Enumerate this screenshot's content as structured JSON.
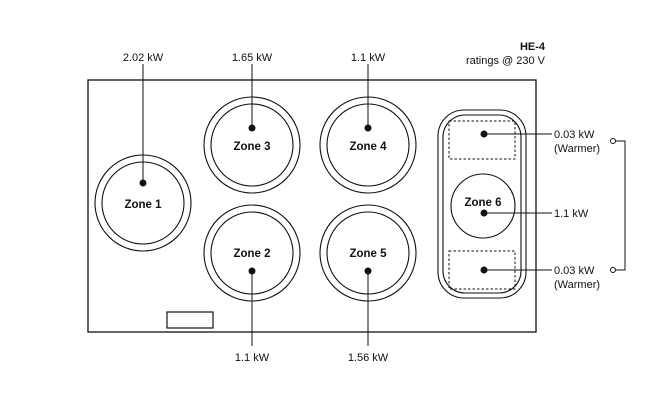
{
  "header": {
    "model": "HE-4",
    "rating_note": "ratings @ 230 V"
  },
  "zones": [
    {
      "id": "zone-1",
      "label": "Zone 1",
      "power": "2.02 kW"
    },
    {
      "id": "zone-2",
      "label": "Zone 2",
      "power": "1.1 kW"
    },
    {
      "id": "zone-3",
      "label": "Zone 3",
      "power": "1.65 kW"
    },
    {
      "id": "zone-4",
      "label": "Zone 4",
      "power": "1.1 kW"
    },
    {
      "id": "zone-5",
      "label": "Zone 5",
      "power": "1.56 kW"
    },
    {
      "id": "zone-6",
      "label": "Zone 6",
      "power": "1.1 kW"
    }
  ],
  "warmers": [
    {
      "id": "warmer-top",
      "power": "0.03 kW",
      "note": "(Warmer)"
    },
    {
      "id": "warmer-bottom",
      "power": "0.03 kW",
      "note": "(Warmer)"
    }
  ]
}
